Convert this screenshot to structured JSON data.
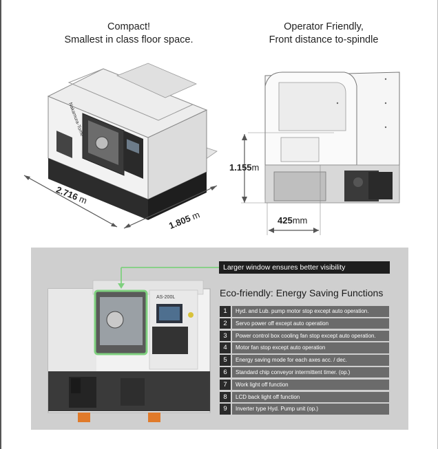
{
  "captions": {
    "left_line1": "Compact!",
    "left_line2": "Smallest in class floor space.",
    "right_line1": "Operator Friendly,",
    "right_line2": "Front distance to-spindle"
  },
  "dimensions": {
    "length_value": "2.716",
    "length_unit": "m",
    "width_value": "1.805",
    "width_unit": "m",
    "height_value": "1.155",
    "height_unit": "m",
    "front_value": "425",
    "front_unit": "mm"
  },
  "machine": {
    "model_label": "AS-200L",
    "brand_vertical": "Nakamura-Tome"
  },
  "eco": {
    "callout": "Larger window ensures better visibility",
    "title": "Eco-friendly: Energy Saving Functions",
    "items": [
      {
        "num": "1",
        "text": "Hyd. and Lub. pump motor stop except auto operation."
      },
      {
        "num": "2",
        "text": "Servo power off except auto operation"
      },
      {
        "num": "3",
        "text": "Power control box cooling fan stop except auto operation."
      },
      {
        "num": "4",
        "text": "Motor fan stop except auto operation"
      },
      {
        "num": "5",
        "text": "Energy saving mode for each axes acc. / dec."
      },
      {
        "num": "6",
        "text": "Standard chip conveyor intermittent timer.  (op.)"
      },
      {
        "num": "7",
        "text": "Work light off function"
      },
      {
        "num": "8",
        "text": "LCD back light off function"
      },
      {
        "num": "9",
        "text": "Inverter type Hyd. Pump unit (op.)"
      }
    ]
  },
  "colors": {
    "panel_bg": "#cfcfcf",
    "number_bg": "#2a2a2a",
    "item_bg": "#6b6b6b",
    "window_frame": "#7fd07f",
    "foot_orange": "#e07a2a"
  }
}
